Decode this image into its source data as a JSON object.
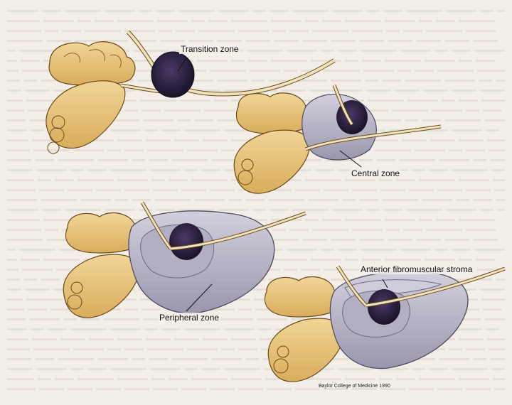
{
  "labels": {
    "transition": "Transition zone",
    "central": "Central zone",
    "peripheral": "Peripheral zone",
    "anterior": "Anterior fibromuscular stroma"
  },
  "credit": "Baylor College of Medicine 1990",
  "colors": {
    "page": "#f3efe8",
    "vesicle": "#e8c47f",
    "vesicle_outline": "#6b4a18",
    "transition_zone": "#2a1f3d",
    "capsule": "#b9b6c8",
    "capsule_dark": "#8d8aa3",
    "urethra": "#efe2bd"
  }
}
